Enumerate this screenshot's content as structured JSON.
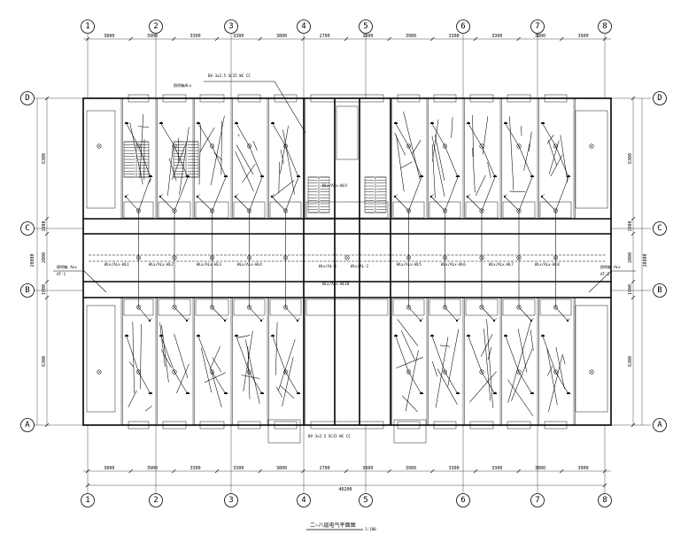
{
  "drawing": {
    "title": "二~八层电气平面图",
    "scale": "1:100"
  },
  "axes": {
    "columns": [
      "1",
      "2",
      "3",
      "4",
      "5",
      "6",
      "7",
      "8"
    ],
    "rows": [
      "D",
      "C",
      "B",
      "A"
    ]
  },
  "dimensions": {
    "top": [
      "3800",
      "3900",
      "3300",
      "3300",
      "3800",
      "2700",
      "3800",
      "3900",
      "3300",
      "3300",
      "3800",
      "3900"
    ],
    "bottom": [
      "3800",
      "3900",
      "3300",
      "3300",
      "3800",
      "2700",
      "3800",
      "3900",
      "3300",
      "3300",
      "3800",
      "3900"
    ],
    "total_width": "46200",
    "left": [
      "6300",
      "1900",
      "2000",
      "1900",
      "6300"
    ],
    "right": [
      "6300",
      "1900",
      "2000",
      "1900",
      "6300"
    ],
    "total_depth": "20800"
  },
  "annotations": {
    "top_leader": "照明箱ALx",
    "top_leader2": "BV-3x2.5 SC15 WC CC",
    "left_leader": "照明箱 ALx",
    "left_leader_sub": "AT-1",
    "right_leader": "照明箱 ALx",
    "right_leader_sub": "AT-1",
    "corridor_tags": [
      "WLx/ALx-WL1",
      "WLx/ALx-WL2",
      "WLx/ALx-WL3",
      "WLx/ALx-WL4",
      "WLx/ALx-WL5",
      "WLx/ALx-WL6",
      "WLx/ALx-WL7",
      "WLx/ALx-WL8"
    ],
    "stair_tags": [
      "WLx/ALx-WL9",
      "WLx/ALx-WL10"
    ],
    "center_tags": [
      "WLx/AL-1",
      "WLx/AL-2"
    ],
    "bottom_note": "BV-3x2.5 SC15 WC CC"
  }
}
